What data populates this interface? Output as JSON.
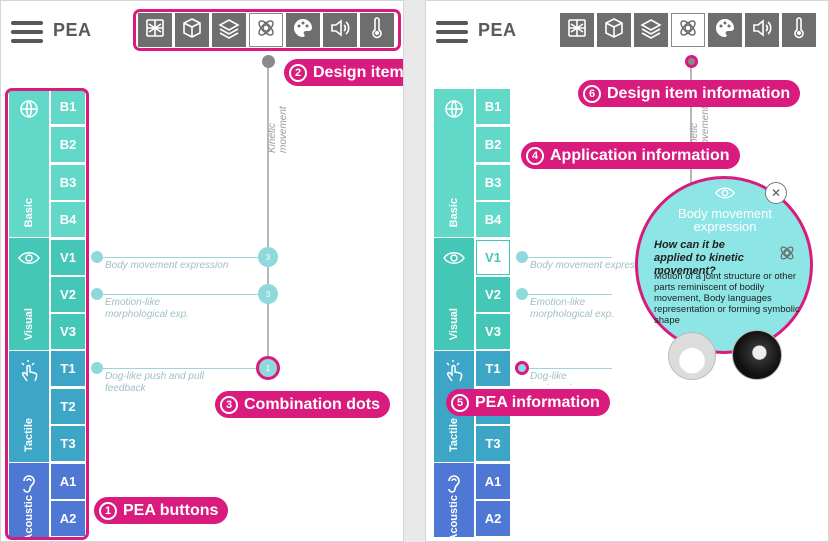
{
  "app": {
    "title": "PEA"
  },
  "toolbar": {
    "items": [
      {
        "name": "structure-icon"
      },
      {
        "name": "cube-icon"
      },
      {
        "name": "layers-icon"
      },
      {
        "name": "kinetic-icon",
        "selected": true
      },
      {
        "name": "palette-icon"
      },
      {
        "name": "sound-icon"
      },
      {
        "name": "thermometer-icon"
      }
    ]
  },
  "groups": [
    {
      "name": "Basic",
      "icon": "globe-icon",
      "color": "#62d8c8",
      "buttons": [
        "B1",
        "B2",
        "B3",
        "B4"
      ]
    },
    {
      "name": "Visual",
      "icon": "eye-icon",
      "color": "#45c7b8",
      "buttons": [
        "V1",
        "V2",
        "V3"
      ]
    },
    {
      "name": "Tactile",
      "icon": "touch-icon",
      "color": "#3da6c6",
      "buttons": [
        "T1",
        "T2",
        "T3"
      ]
    },
    {
      "name": "Acoustic",
      "icon": "ear-icon",
      "color": "#4f77d4",
      "buttons": [
        "A1",
        "A2"
      ]
    }
  ],
  "kinetic_label": "Kinetic movement",
  "combos": [
    {
      "button": "V1",
      "text": "Body movement expression",
      "count": "3"
    },
    {
      "button": "V2",
      "text": "Emotion-like morphological exp.",
      "count": "3"
    },
    {
      "button": "T1",
      "text": "Dog-like push and pull feedback",
      "count": "1"
    }
  ],
  "callouts": {
    "c1": {
      "n": "1",
      "text": "PEA buttons"
    },
    "c2": {
      "n": "2",
      "text": "Design item buttons"
    },
    "c3": {
      "n": "3",
      "text": "Combination dots"
    },
    "c4": {
      "n": "4",
      "text": "Application information"
    },
    "c5": {
      "n": "5",
      "text": "PEA information"
    },
    "c6": {
      "n": "6",
      "text": "Design item information"
    }
  },
  "info": {
    "title": "Body movement expression",
    "question": "How can it be applied to kinetic movement?",
    "body": "Motion of a joint structure or other parts reminiscent of bodily movement, Body languages representation or forming symbolic shape",
    "close": "✕"
  },
  "colors": {
    "accent": "#d81b7d",
    "grey": "#6e6e6e"
  }
}
